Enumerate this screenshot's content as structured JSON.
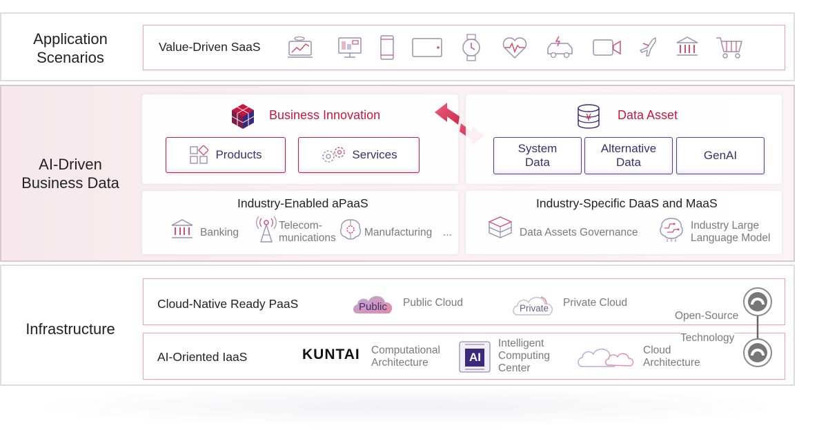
{
  "colors": {
    "accent": "#c8173f",
    "frame_border": "#e6a6b6",
    "pill_text": "#3a2e6e"
  },
  "application": {
    "label": "Application\nScenarios",
    "saas_title": "Value-Driven SaaS",
    "icons": [
      "finance-chart-icon",
      "monitor-dashboard-icon",
      "smartphone-icon",
      "tablet-icon",
      "smartwatch-icon",
      "heart-health-icon",
      "ev-car-icon",
      "video-camera-icon",
      "airplane-icon",
      "bank-icon",
      "shopping-cart-icon"
    ]
  },
  "ai_driven": {
    "label": "AI-Driven\nBusiness Data",
    "innovation": {
      "title": "Business Innovation",
      "products": "Products",
      "services": "Services"
    },
    "data_asset": {
      "title": "Data Asset",
      "pills": [
        "System\nData",
        "Alternative\nData",
        "GenAI"
      ]
    },
    "apaas": {
      "title": "Industry-Enabled aPaaS",
      "banking": "Banking",
      "telecom": "Telecom-\nmunications",
      "manufacturing": "Manufacturing",
      "ellipsis": "..."
    },
    "daas": {
      "title": "Industry-Specific DaaS and MaaS",
      "governance": "Data Assets Governance",
      "llm": "Industry Large\nLanguage Model"
    }
  },
  "infrastructure": {
    "label": "Infrastructure",
    "paas": {
      "title": "Cloud-Native Ready PaaS",
      "public_icon_text": "Public",
      "public_label": "Public Cloud",
      "private_icon_text": "Private",
      "private_label": "Private Cloud"
    },
    "iaas": {
      "title": "AI-Oriented IaaS",
      "kuntai": "KUNTAI",
      "computational": "Computational\nArchitecture",
      "ai_icon_text": "AI",
      "intelligent": "Intelligent\nComputing\nCenter",
      "cloud_arch": "Cloud\nArchitecture"
    },
    "open_source": "Open-Source",
    "technology": "Technology"
  }
}
